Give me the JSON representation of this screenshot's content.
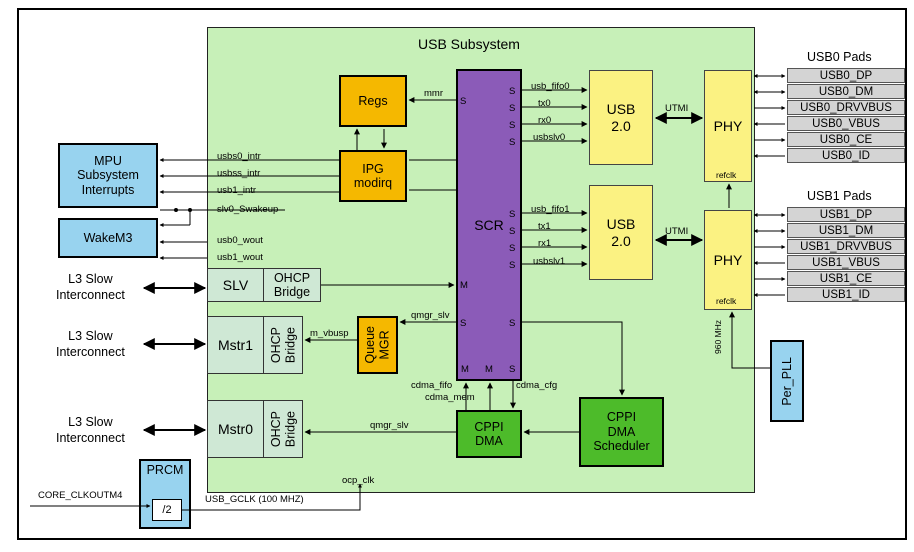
{
  "subsystem_title": "USB Subsystem",
  "blocks": {
    "regs": "Regs",
    "ipg": [
      "IPG",
      "modirq"
    ],
    "scr": "SCR",
    "usb0": [
      "USB",
      "2.0"
    ],
    "usb1": [
      "USB",
      "2.0"
    ],
    "phy0": "PHY",
    "phy1": "PHY",
    "mpu": [
      "MPU",
      "Subsystem",
      "Interrupts"
    ],
    "wakem3": "WakeM3",
    "slv": "SLV",
    "ohcp_slv": [
      "OHCP",
      "Bridge"
    ],
    "mstr1": "Mstr1",
    "ohcp_mstr1": [
      "OHCP",
      "Bridge"
    ],
    "queue_mgr": [
      "Queue",
      "MGR"
    ],
    "mstr0": "Mstr0",
    "ohcp_mstr0": [
      "OHCP",
      "Bridge"
    ],
    "cppi_dma": [
      "CPPI",
      "DMA"
    ],
    "cppi_sched": [
      "CPPI",
      "DMA",
      "Scheduler"
    ],
    "prcm": "PRCM",
    "div2": "/2",
    "per_pll": "Per_PLL"
  },
  "pads": {
    "usb0_title": "USB0 Pads",
    "usb0": [
      "USB0_DP",
      "USB0_DM",
      "USB0_DRVVBUS",
      "USB0_VBUS",
      "USB0_CE",
      "USB0_ID"
    ],
    "usb1_title": "USB1 Pads",
    "usb1": [
      "USB1_DP",
      "USB1_DM",
      "USB1_DRVVBUS",
      "USB1_VBUS",
      "USB1_CE",
      "USB1_ID"
    ]
  },
  "signals": {
    "mmr": "mmr",
    "usb_fifo0": "usb_fifo0",
    "tx0": "tx0",
    "rx0": "rx0",
    "usbslv0": "usbslv0",
    "usb_fifo1": "usb_fifo1",
    "tx1": "tx1",
    "rx1": "rx1",
    "usbslv1": "usbslv1",
    "utmi0": "UTMI",
    "utmi1": "UTMI",
    "refclk0": "refclk",
    "refclk1": "refclk",
    "usbs0_intr": "usbs0_intr",
    "usbss_intr": "usbss_intr",
    "usb1_intr": "usb1_intr",
    "slv0_swakeup": "slv0_Swakeup",
    "usb0_wout": "usb0_wout",
    "usb1_wout": "usb1_wout",
    "qmgr_slv_top": "qmgr_slv",
    "m_vbusp": "m_vbusp",
    "qmgr_slv_bottom": "qmgr_slv",
    "cdma_fifo": "cdma_fifo",
    "cdma_mem": "cdma_mem",
    "cdma_cfg": "cdma_cfg",
    "mhz960": "960 MHz",
    "ocp_clk": "ocp_clk",
    "core_clkoutm4": "CORE_CLKOUTM4",
    "usb_gclk": "USB_GCLK (100 MHZ)"
  },
  "ports": {
    "s": "S",
    "m": "M"
  },
  "interconnects": [
    [
      "L3 Slow",
      "Interconnect"
    ],
    [
      "L3 Slow",
      "Interconnect"
    ],
    [
      "L3 Slow",
      "Interconnect"
    ]
  ]
}
